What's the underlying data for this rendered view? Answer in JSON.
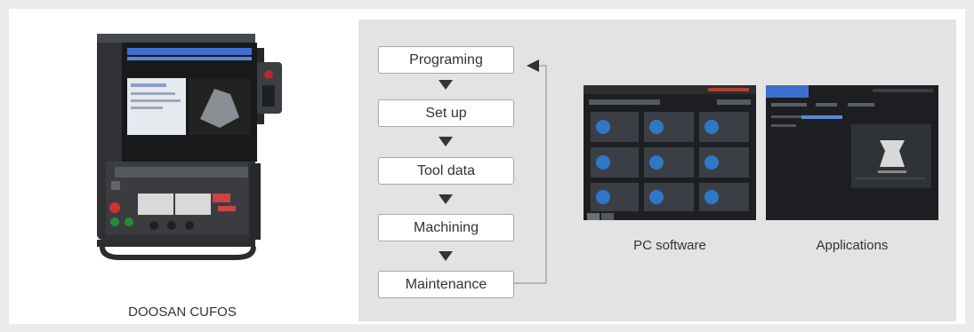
{
  "device": {
    "caption": "DOOSAN CUFOS"
  },
  "workflow": {
    "steps": [
      {
        "label": "Programing"
      },
      {
        "label": "Set up"
      },
      {
        "label": "Tool data"
      },
      {
        "label": "Machining"
      },
      {
        "label": "Maintenance"
      }
    ]
  },
  "screens": {
    "pc_software": {
      "caption": "PC software"
    },
    "applications": {
      "caption": "Applications"
    }
  },
  "colors": {
    "panel": "#e3e3e3",
    "accent_blue": "#3e6fd0",
    "screen_dark": "#1d1f22"
  }
}
